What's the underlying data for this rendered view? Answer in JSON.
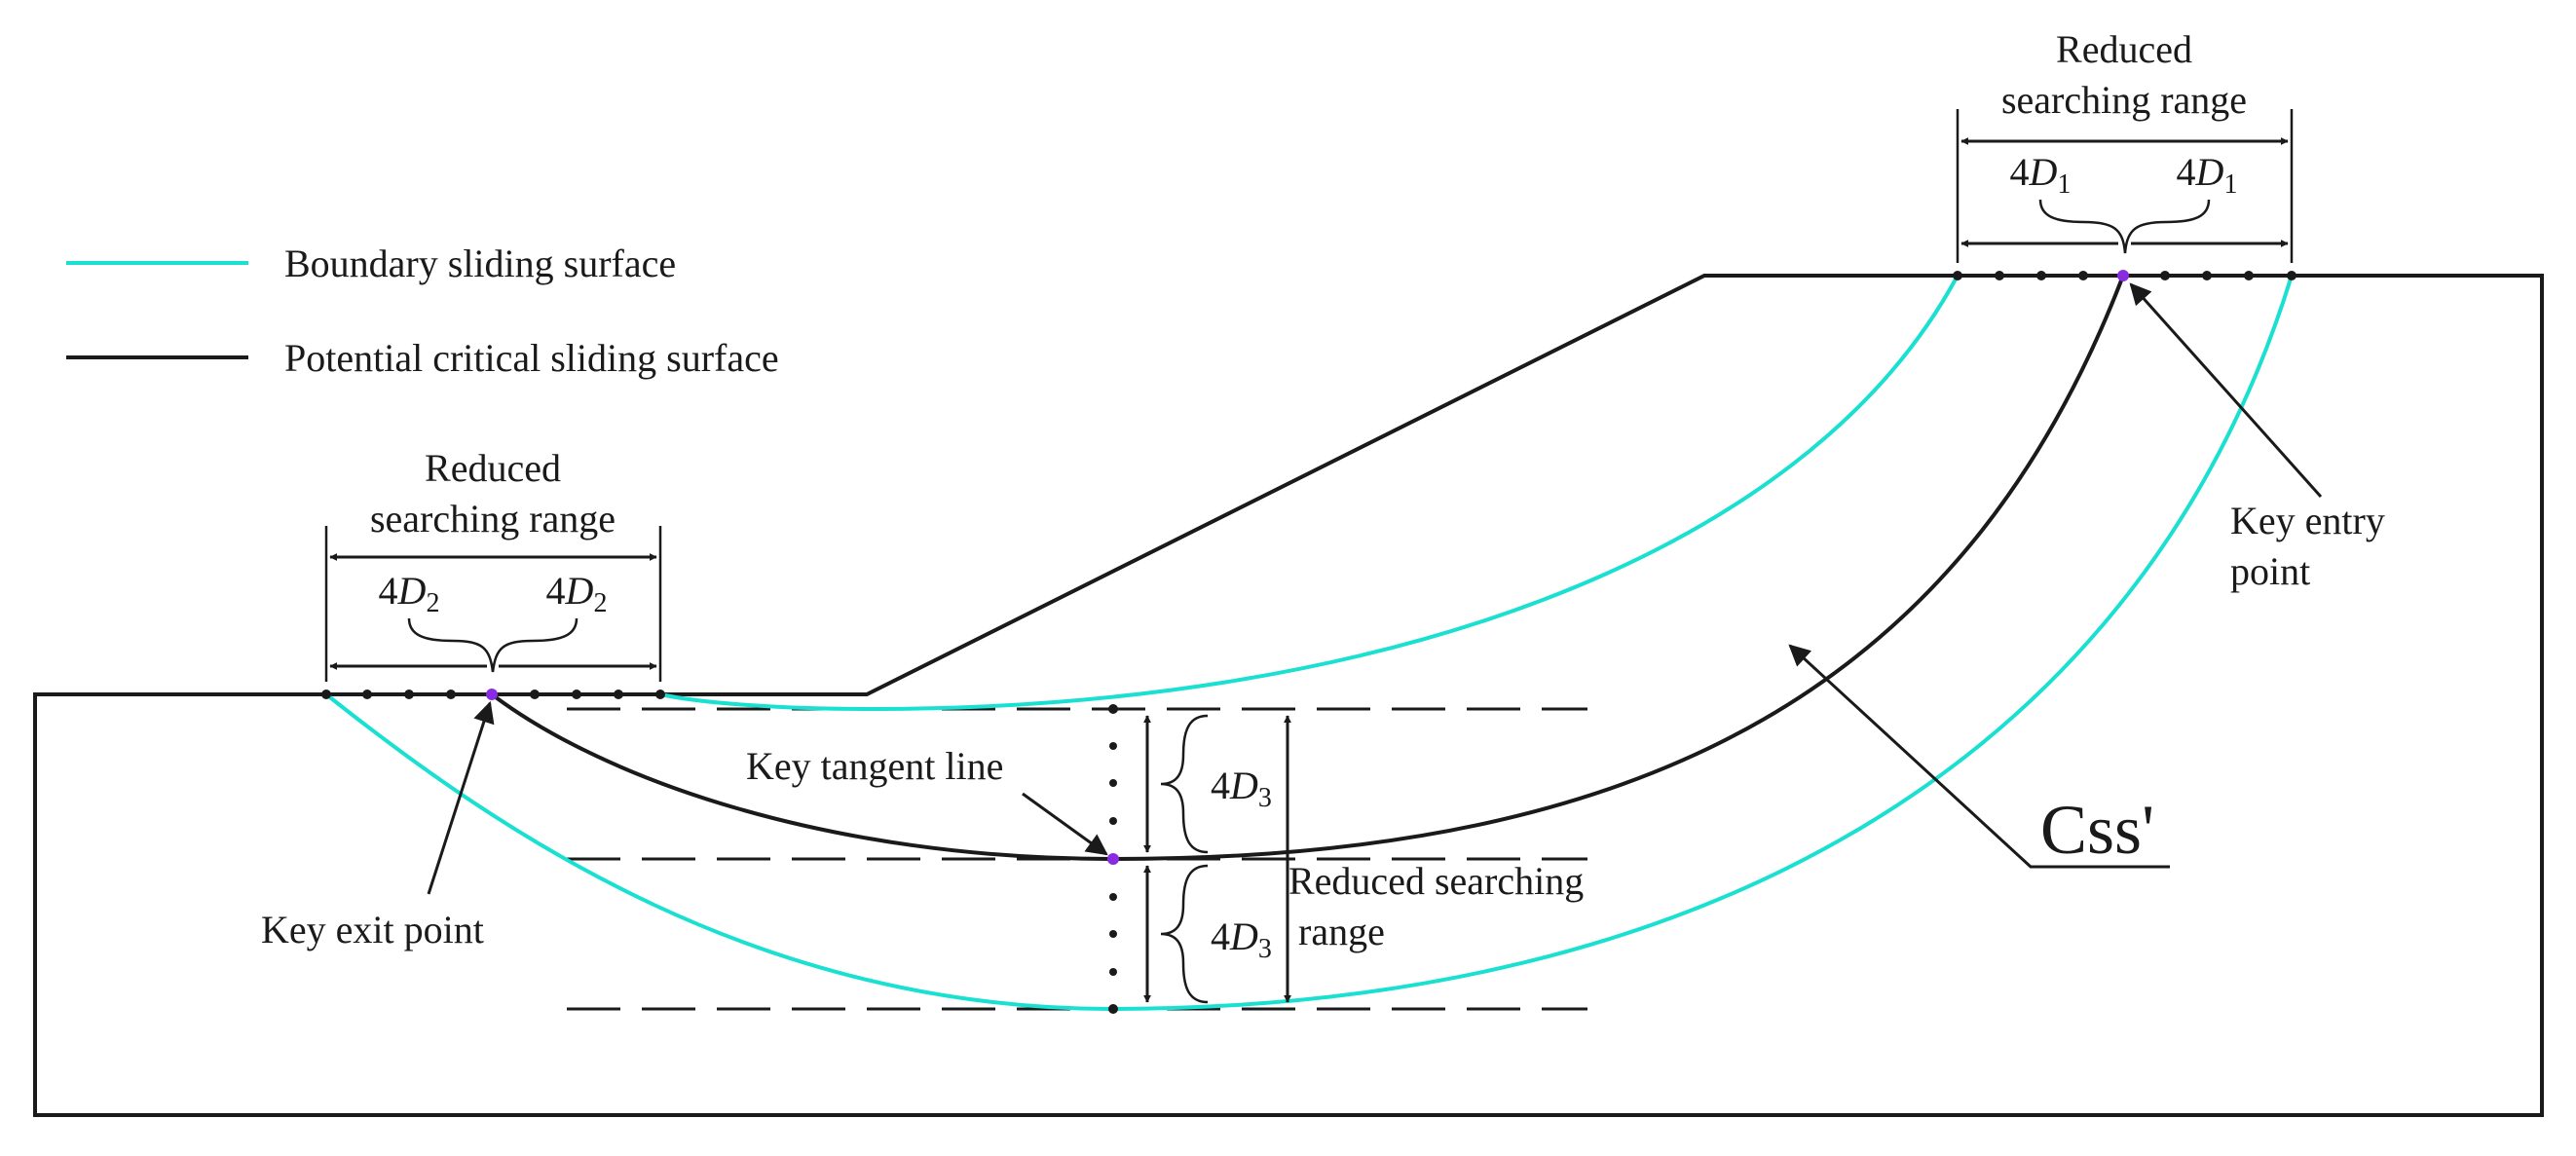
{
  "legend": {
    "items": [
      {
        "label": "Boundary sliding surface",
        "color": "#19e0d0"
      },
      {
        "label": "Potential critical sliding surface",
        "color": "#1a1a1a"
      }
    ]
  },
  "labels": {
    "reduced_range_left_line1": "Reduced",
    "reduced_range_left_line2": "searching range",
    "reduced_range_right_line1": "Reduced",
    "reduced_range_right_line2": "searching range",
    "reduced_range_mid_line1": "Reduced searching",
    "reduced_range_mid_line2": "range",
    "key_entry_point_line1": "Key entry",
    "key_entry_point_line2": "point",
    "key_exit_point": "Key exit point",
    "key_tangent_line": "Key tangent line",
    "css_prime": "Css'"
  },
  "dimensions": {
    "d1": {
      "coef": "4",
      "var": "D",
      "sub": "1"
    },
    "d2": {
      "coef": "4",
      "var": "D",
      "sub": "2"
    },
    "d3": {
      "coef": "4",
      "var": "D",
      "sub": "3"
    }
  },
  "colors": {
    "boundary": "#19e0d0",
    "critical": "#1a1a1a",
    "key_point": "#8a2be2"
  }
}
